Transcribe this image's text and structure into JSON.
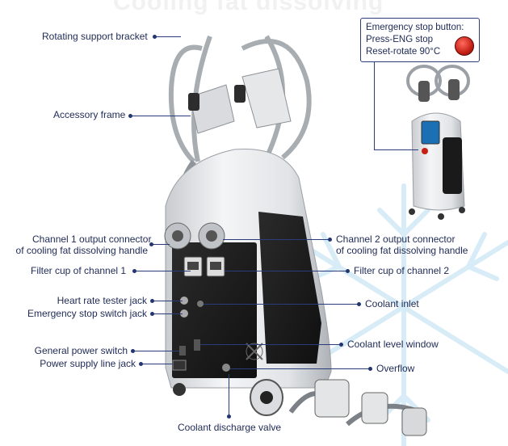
{
  "header": {
    "title_faint": "Cooling fat dissolving"
  },
  "emergency_callout": {
    "line1": "Emergency stop button:",
    "line2": "Press-ENG stop",
    "line3": "Reset-rotate 90°C"
  },
  "labels": {
    "rotating_support_bracket": "Rotating support bracket",
    "accessory_frame": "Accessory frame",
    "channel1_connector_line1": "Channel 1 output connector",
    "channel1_connector_line2": "of cooling fat dissolving handle",
    "channel2_connector_line1": "Channel 2 output connector",
    "channel2_connector_line2": "of cooling fat dissolving handle",
    "filter_cup_ch1": "Filter cup of channel 1",
    "filter_cup_ch2": "Filter cup of channel 2",
    "heart_rate_jack": "Heart rate tester jack",
    "emergency_stop_jack": "Emergency stop switch jack",
    "coolant_inlet": "Coolant inlet",
    "coolant_level_window": "Coolant level window",
    "general_power_switch": "General power switch",
    "power_supply_jack": "Power supply line jack",
    "overflow": "Overflow",
    "coolant_discharge_valve": "Coolant discharge valve"
  },
  "colors": {
    "label_text": "#1e2a55",
    "leader": "#2a3d7a",
    "snowflake": "#d7ecf7",
    "panel": "#1b1b1b",
    "estop": "#c62015"
  }
}
